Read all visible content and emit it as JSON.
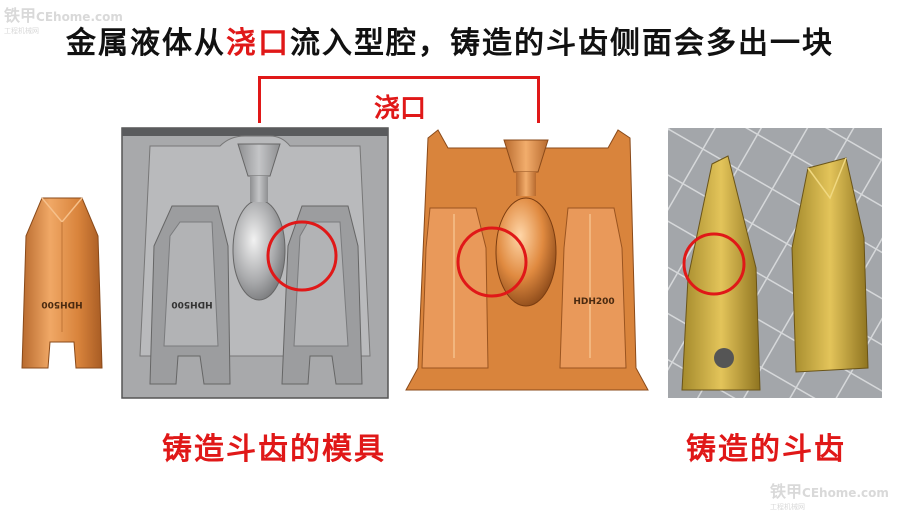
{
  "title": {
    "part1": "金属液体从",
    "highlight": "浇口",
    "part2": "流入型腔，铸造的斗齿侧面会多出一块"
  },
  "gate_label": "浇口",
  "captions": {
    "mold": "铸造斗齿的模具",
    "tooth": "铸造的斗齿"
  },
  "part_marks": {
    "left_tooth": "HDH500",
    "mold_half": "HDH500",
    "casting": "HDH200"
  },
  "watermark": {
    "brand": "铁甲",
    "site": "CEhome.com",
    "tagline": "工程机械网"
  },
  "colors": {
    "accent_red": "#e01818",
    "copper": "#d9843c",
    "mold_gray": "#a8a9ab"
  }
}
